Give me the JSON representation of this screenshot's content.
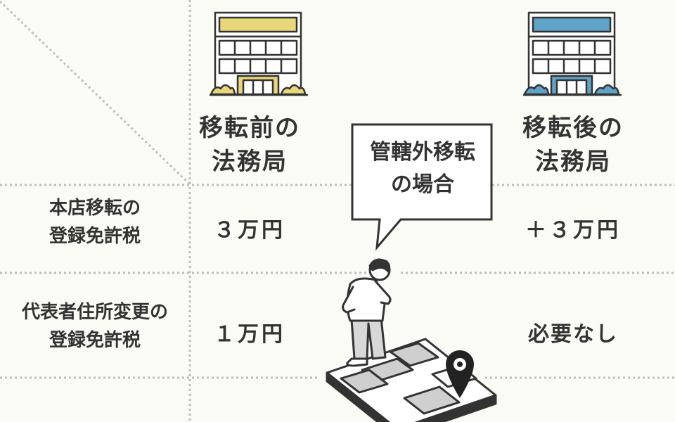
{
  "header": {
    "before_line1": "移転前の",
    "before_line2": "法務局",
    "after_line1": "移転後の",
    "after_line2": "法務局"
  },
  "bubble": {
    "line1": "管轄外移転",
    "line2": "の場合"
  },
  "rows": [
    {
      "label_line1": "本店移転の",
      "label_line2": "登録免許税",
      "before": "３万円",
      "after": "＋３万円"
    },
    {
      "label_line1": "代表者住所変更の",
      "label_line2": "登録免許税",
      "before": "１万円",
      "after": "必要なし"
    }
  ],
  "colors": {
    "before_accent": "#e8d77a",
    "after_accent": "#5fa3c7",
    "dotted_line": "#bdbdbd",
    "text": "#333333"
  },
  "icons": [
    "office-building-before-icon",
    "office-building-after-icon",
    "person-thinking-icon",
    "map-icon",
    "location-pin-icon"
  ]
}
